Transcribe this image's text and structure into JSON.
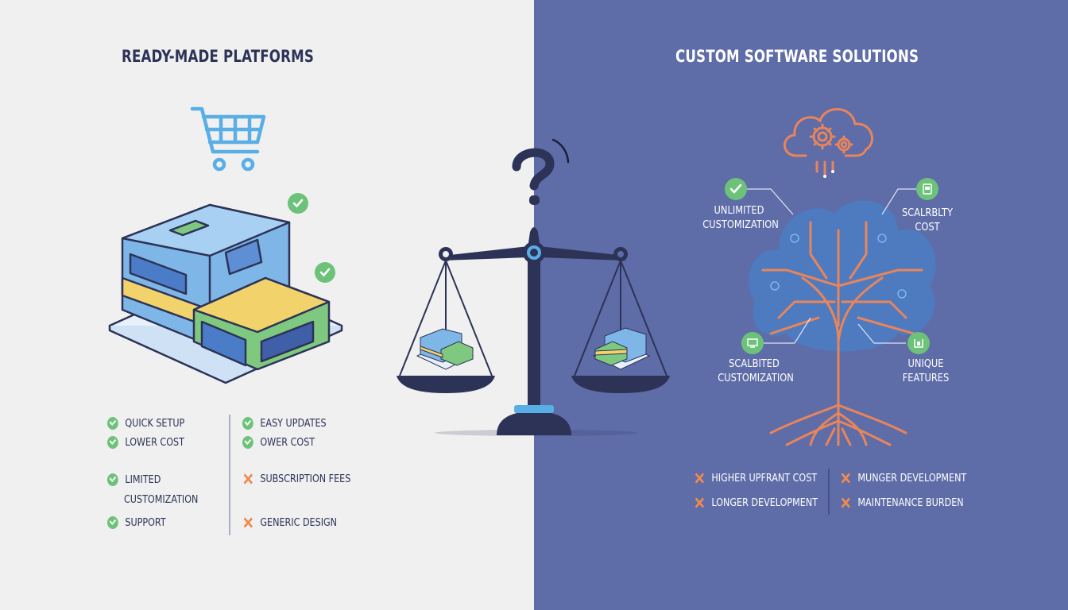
{
  "colors": {
    "left_bg": "#f0f0f0",
    "right_bg": "#5e6ca8",
    "dark_navy": "#2c3357",
    "accent_blue": "#5aaee6",
    "check_green": "#6dc27a",
    "cross_orange": "#ef8a4f",
    "circuit_orange": "#e8855a"
  },
  "left": {
    "title": "READY-MADE PLATFORMS",
    "icons": [
      "shopping-cart-icon",
      "isometric-building-icon",
      "check-badge-icon"
    ],
    "col1": [
      {
        "icon": "check",
        "text": "QUICK SETUP"
      },
      {
        "icon": "check",
        "text": "LOWER COST"
      },
      {
        "icon": "check",
        "text": "LIMITED"
      },
      {
        "icon": "none",
        "text": "CUSTOMIZATION"
      },
      {
        "icon": "check",
        "text": "SUPPORT"
      }
    ],
    "col2": [
      {
        "icon": "check",
        "text": "EASY UPDATES"
      },
      {
        "icon": "check",
        "text": "OWER COST"
      },
      {
        "icon": "cross",
        "text": "SUBSCRIPTION FEES"
      },
      {
        "icon": "cross",
        "text": "GENERIC DESIGN"
      }
    ]
  },
  "center": {
    "icons": [
      "question-mark-icon",
      "balance-scale-icon"
    ]
  },
  "right": {
    "title": "CUSTOM SOFTWARE SOLUTIONS",
    "icons": [
      "cloud-gears-icon",
      "circuit-tree-icon"
    ],
    "features": [
      {
        "icon": "check",
        "line1": "UNLIMITED",
        "line2": "CUSTOMIZATION"
      },
      {
        "icon": "tablet",
        "line1": "SCALRBLTY",
        "line2": "COST"
      },
      {
        "icon": "monitor",
        "line1": "SCALBITED",
        "line2": "CUSTOMIZATION"
      },
      {
        "icon": "device",
        "line1": "UNIQUE",
        "line2": "FEATURES"
      }
    ],
    "col1": [
      {
        "icon": "cross",
        "text": "HIGHER UPFRANT COST"
      },
      {
        "icon": "cross",
        "text": "LONGER DEVELOPMENT"
      }
    ],
    "col2": [
      {
        "icon": "cross",
        "text": "MUNGER DEVELOPMENT"
      },
      {
        "icon": "cross",
        "text": "MAINTENANCE BURDEN"
      }
    ]
  }
}
